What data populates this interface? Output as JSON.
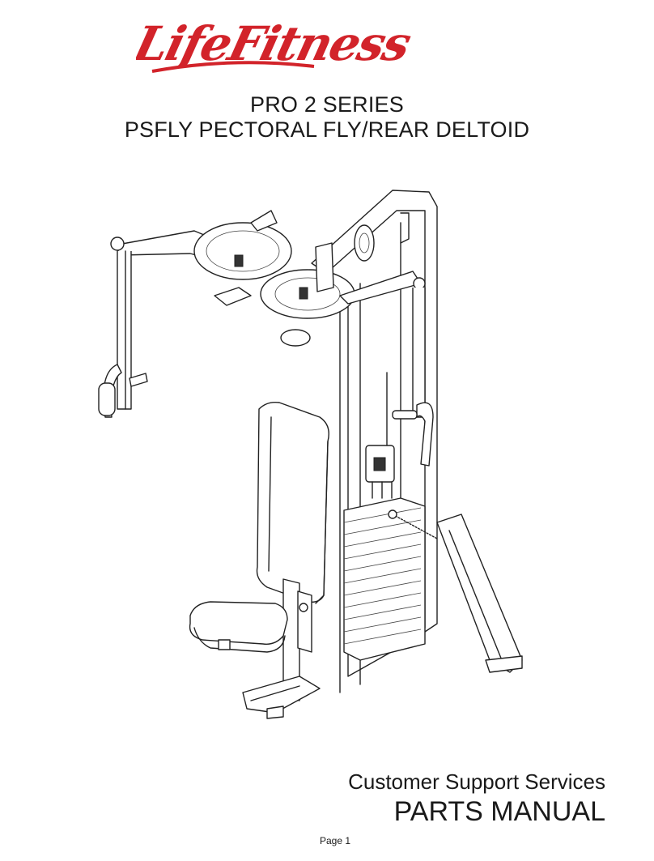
{
  "brand": {
    "logo_text": "LifeFitness",
    "logo_color": "#d2232a"
  },
  "document": {
    "series": "PRO 2 SERIES",
    "product": "PSFLY PECTORAL FLY/REAR DELTOID",
    "department": "Customer Support Services",
    "manual_type": "PARTS MANUAL",
    "page_label": "Page 1"
  },
  "figure": {
    "subject": "pectoral-fly-machine-illustration"
  }
}
